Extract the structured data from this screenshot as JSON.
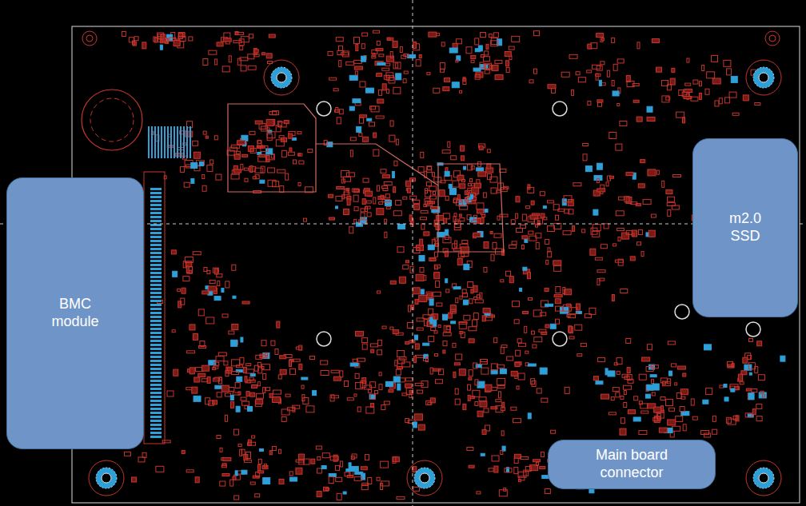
{
  "diagram": {
    "nodes": [
      {
        "text": [
          "BMC module"
        ]
      },
      {
        "text": [
          "m2.0 SSD"
        ]
      },
      {
        "text": [
          "Main board connector"
        ]
      }
    ]
  }
}
